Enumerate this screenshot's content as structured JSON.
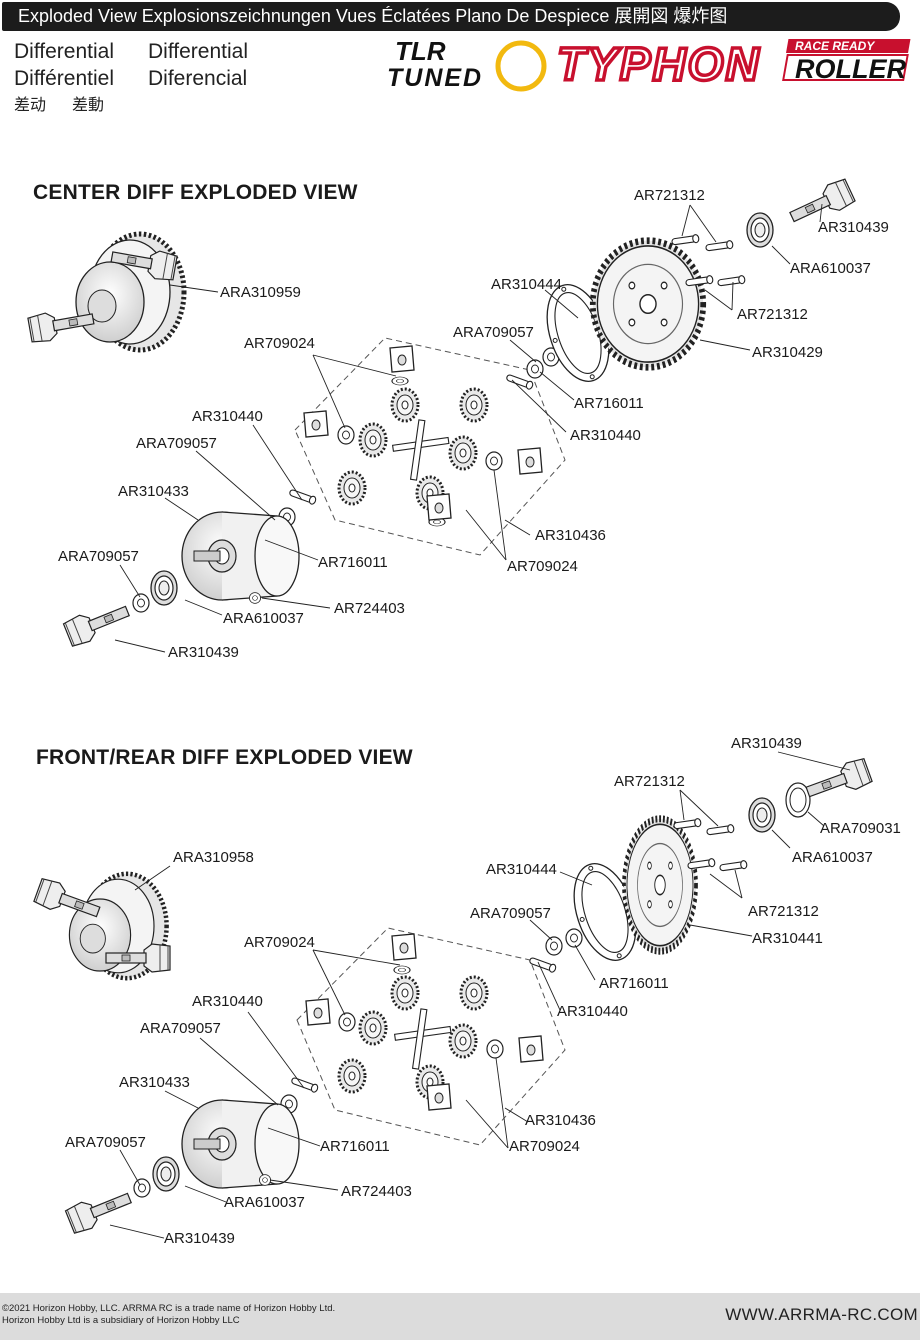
{
  "header": {
    "bar_text": "Exploded View  Explosionszeichnungen  Vues Éclatées  Plano De Despiece 展開図  爆炸图"
  },
  "titles": {
    "row1": [
      "Differential",
      "Differential"
    ],
    "row2": [
      "Différentiel",
      "Diferencial"
    ],
    "row3": [
      "差动",
      "差動"
    ]
  },
  "logo": {
    "tlr_top": "TLR",
    "tlr_bottom": "TUNED",
    "brand": "TYPHON",
    "badge_top": "RACE READY",
    "badge_bottom": "ROLLER"
  },
  "center": {
    "title": "CENTER DIFF EXPLODED VIEW",
    "labels": [
      "AR721312",
      "AR310439",
      "ARA610037",
      "ARA310959",
      "AR310444",
      "AR721312",
      "ARA709057",
      "AR709024",
      "AR310429",
      "AR716011",
      "AR310440",
      "AR310440",
      "ARA709057",
      "AR310433",
      "AR310436",
      "AR716011",
      "AR709024",
      "ARA709057",
      "AR724403",
      "ARA610037",
      "AR310439"
    ]
  },
  "frontrear": {
    "title": "FRONT/REAR DIFF EXPLODED VIEW",
    "labels": [
      "AR310439",
      "AR721312",
      "ARA709031",
      "ARA310958",
      "ARA610037",
      "AR310444",
      "ARA709057",
      "AR721312",
      "AR709024",
      "AR310441",
      "AR716011",
      "AR310440",
      "AR310440",
      "ARA709057",
      "AR310433",
      "AR310436",
      "AR716011",
      "AR709024",
      "ARA709057",
      "AR724403",
      "ARA610037",
      "AR310439"
    ]
  },
  "footer": {
    "line1": "©2021 Horizon Hobby, LLC. ARRMA RC is a trade name of Horizon Hobby Ltd.",
    "line2": "Horizon Hobby Ltd is a subsidiary of Horizon Hobby LLC",
    "website": "WWW.ARRMA-RC.COM"
  },
  "colors": {
    "header_bg": "#1c1c1c",
    "logo_red": "#c8102e",
    "logo_yellow": "#f2b90f",
    "footer_bg": "#dcdcdc"
  }
}
